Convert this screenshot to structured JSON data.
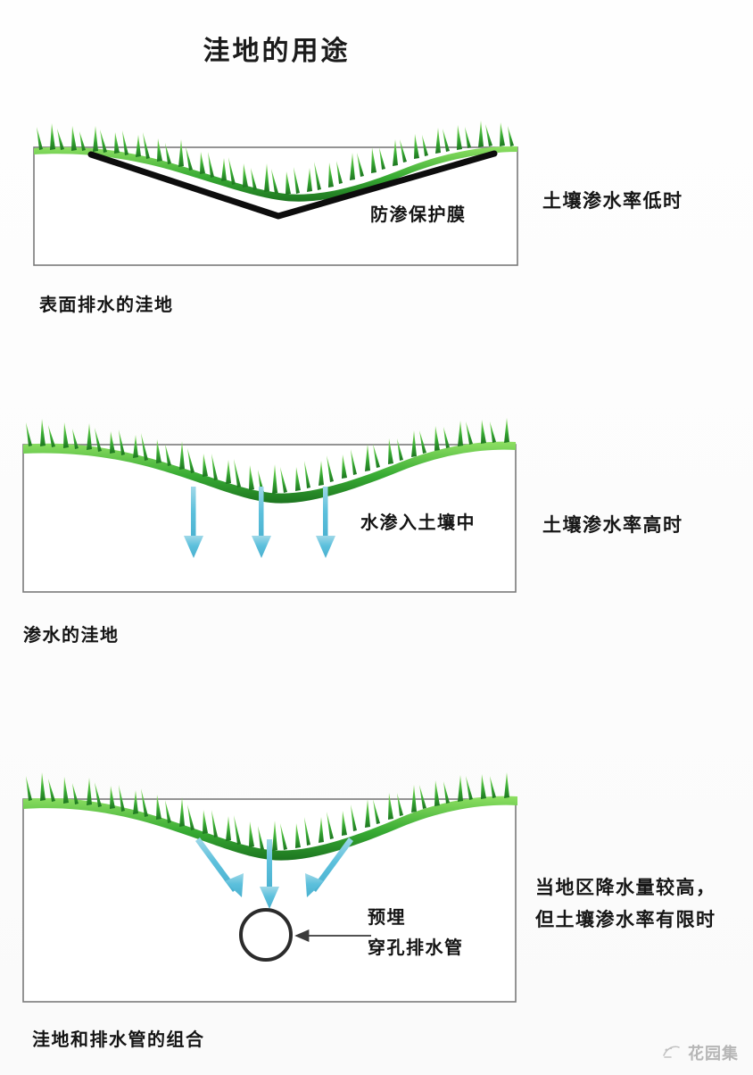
{
  "title": "洼地的用途",
  "panels": [
    {
      "id": "surface-drainage-swale",
      "inner_label": "防渗保护膜",
      "side_note": "土壤渗水率低时",
      "caption": "表面排水的洼地"
    },
    {
      "id": "infiltration-swale",
      "inner_label": "水渗入土壤中",
      "side_note": "土壤渗水率高时",
      "caption": "渗水的洼地"
    },
    {
      "id": "swale-with-drain-pipe",
      "inner_label": "预埋\n穿孔排水管",
      "side_note": "当地区降水量较高，\n但土壤渗水率有限时",
      "caption": "洼地和排水管的组合"
    }
  ],
  "watermark": {
    "text": "花园集"
  },
  "colors": {
    "grass_light": "#7ed957",
    "grass_mid": "#3cb034",
    "grass_dark": "#1f7a22",
    "arrow_blue": "#5cc0dc",
    "membrane_black": "#0d0d0d",
    "box_border": "#7a7a7a",
    "text": "#141414"
  }
}
